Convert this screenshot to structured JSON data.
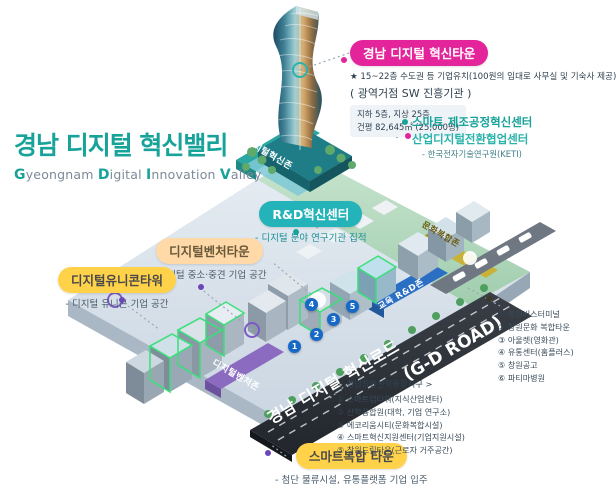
{
  "title": {
    "ko": "경남 디지털 혁신밸리",
    "en_parts": [
      "G",
      "yeongnam ",
      "D",
      "igital ",
      "I",
      "nnovation ",
      "V",
      "alley"
    ]
  },
  "callouts": {
    "innovation_town": {
      "label": "경남 디지털 혁신타운",
      "bullet": "★ 15~22층 수도권 등 기업유치(100원의 임대로 사무실 및 기숙사 제공)",
      "paren": "( 광역거점 SW 진흥기관 )",
      "box_line1": "지하 5층, 지상 25층",
      "box_line2": "건평 82,645㎡ (25,000평)"
    },
    "smart_center": {
      "line1": "스마트 제조공정혁신센터",
      "line2": "산업디지털전환협업센터",
      "sub": "- 한국전자기술연구원(KETI)"
    },
    "rnd_center": {
      "label": "R&D혁신센터",
      "sub": "- 디지털 분야 연구기관 집적"
    },
    "venture_town": {
      "label": "디지털벤처타운",
      "sub": "- 디지털 중소·중견 기업 공간"
    },
    "unicorn_tower": {
      "label": "디지털유니콘타워",
      "sub": "- 디지털 유니콘 기업 공간"
    },
    "smart_complex_town": {
      "label": "스마트복합 타운",
      "sub": "- 첨단 물류시설, 유통플랫폼 기업 입주"
    }
  },
  "zones": [
    {
      "name": "디지털혁신존",
      "color": "#2aa7a0"
    },
    {
      "name": "문화복합존",
      "color": "#c8b23a"
    },
    {
      "name": "교육 R&D존",
      "color": "#2b6fc4"
    },
    {
      "name": "디지털벤처존",
      "color": "#8a6bc0"
    }
  ],
  "road": {
    "ko": "경남 디지털 혁신로드",
    "en": "(G-D ROAD)"
  },
  "map_markers": [
    "1",
    "2",
    "3",
    "4",
    "5"
  ],
  "legend_right": {
    "items": [
      {
        "n": "①",
        "text": "창원버스터미널"
      },
      {
        "n": "②",
        "text": "창원문화 복합타운"
      },
      {
        "n": "③",
        "text": "아울렛(영화관)"
      },
      {
        "n": "④",
        "text": "유통센터(홈플러스)"
      },
      {
        "n": "⑤",
        "text": "창원공고"
      },
      {
        "n": "⑥",
        "text": "파티마병원"
      }
    ]
  },
  "legend_bottom": {
    "title": "< 경남창원산학융합지구 >",
    "items": [
      {
        "n": "①",
        "text": "스마트업타워(지식산업센터)"
      },
      {
        "n": "②",
        "text": "산학융합원(대학, 기업 연구소)"
      },
      {
        "n": "③",
        "text": "에코리움시티(문화복합시설)"
      },
      {
        "n": "④",
        "text": "스마트혁신지원센터(기업지원시설)"
      },
      {
        "n": "⑤",
        "text": "창원드림타운(근로자 거주공간)"
      }
    ]
  },
  "colors": {
    "brand_teal": "#17a39a",
    "magenta": "#e3249b",
    "yellow": "#ffd24a",
    "peach": "#ffd9a8",
    "marker_blue": "#1769c8",
    "road_dark": "#2b2f36"
  }
}
